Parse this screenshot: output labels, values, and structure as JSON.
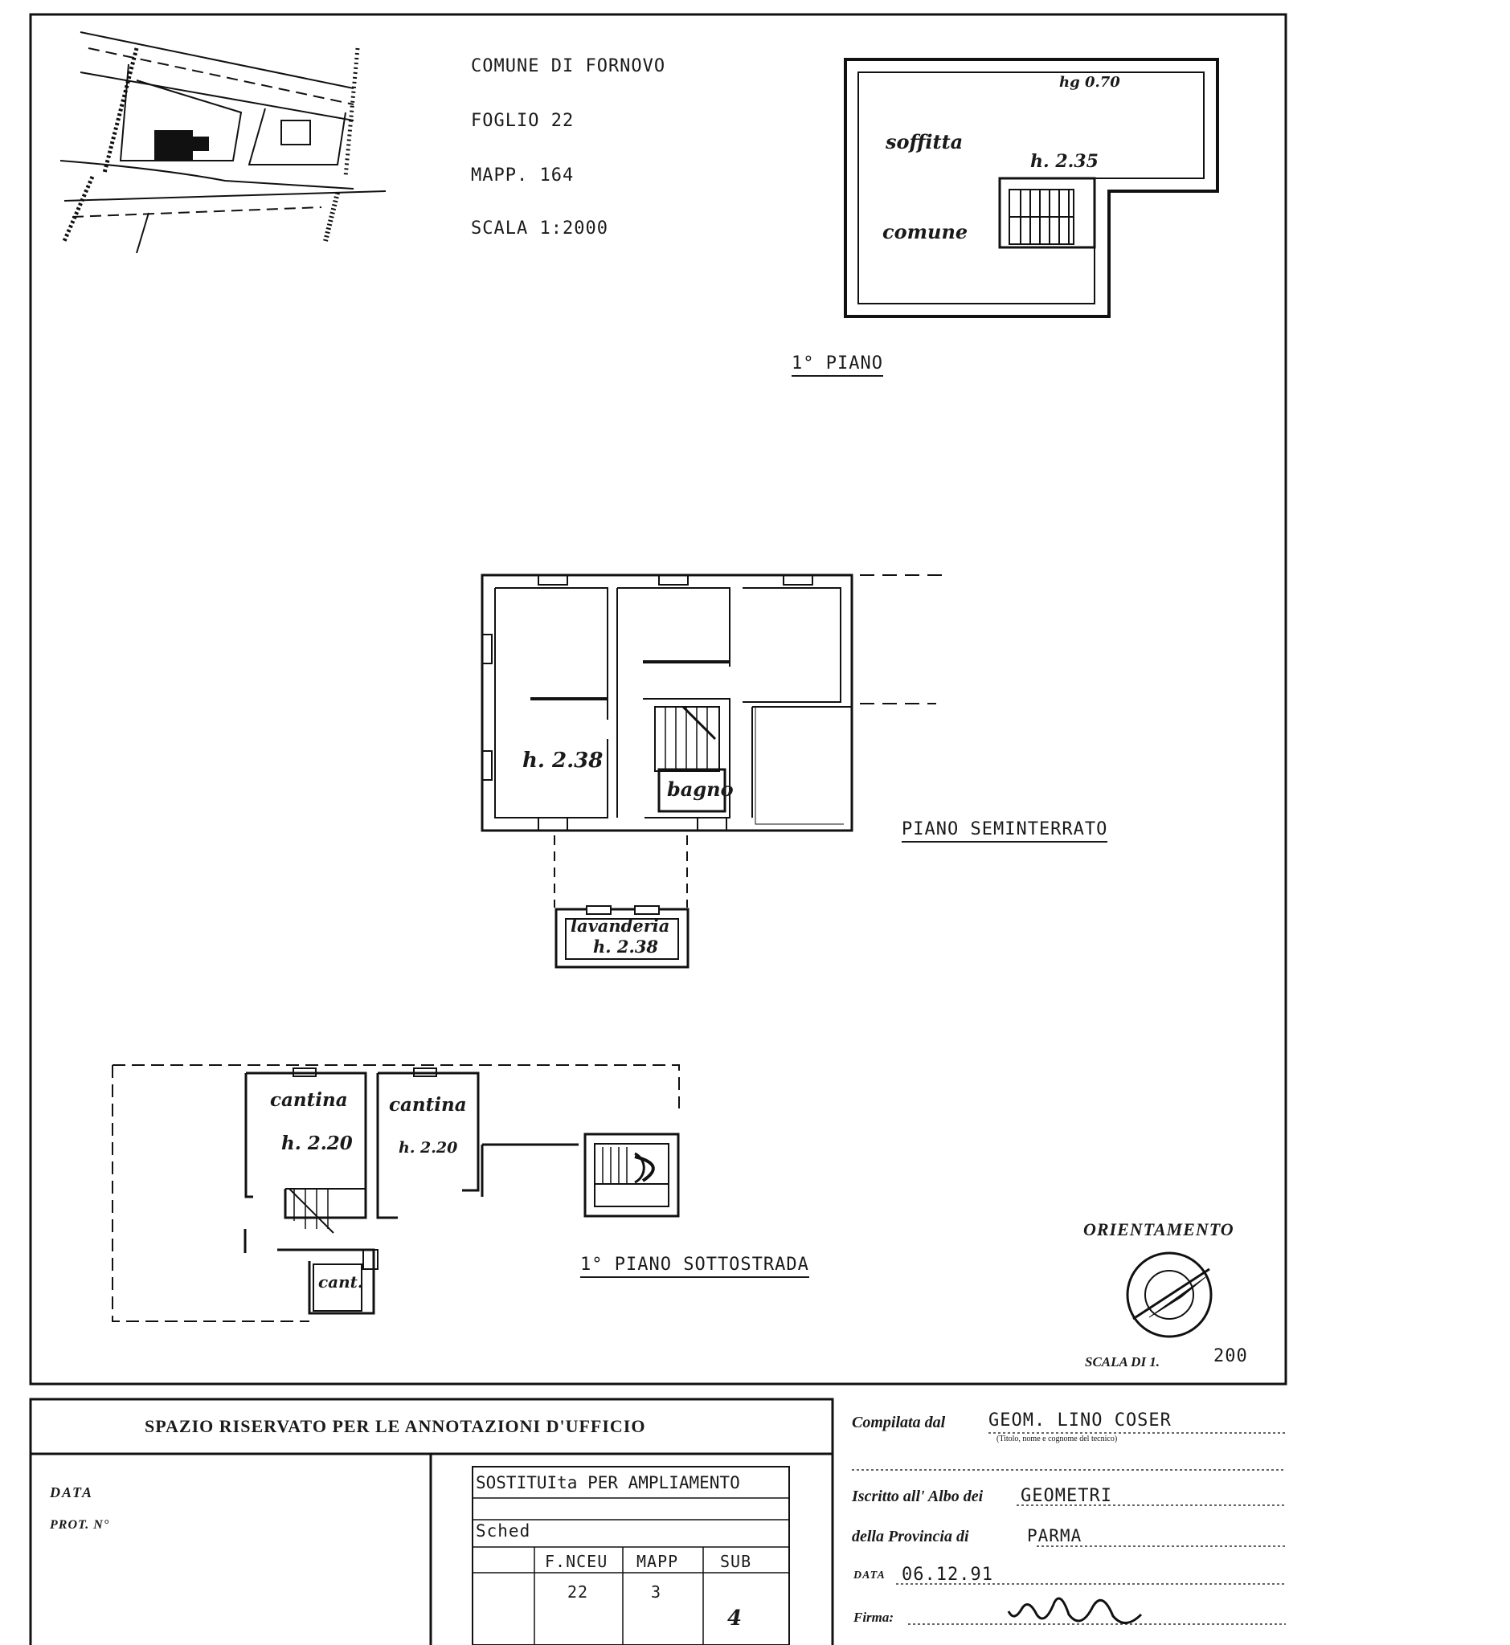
{
  "site_info": {
    "comune": "COMUNE DI FORNOVO",
    "foglio": "FOGLIO 22",
    "mapp": "MAPP. 164",
    "scala": "SCALA 1:2000"
  },
  "first_floor": {
    "title": "1° PIANO",
    "labels": {
      "hg": "hg 0.70",
      "h": "h. 2.35",
      "soffitta": "soffitta",
      "comune": "comune"
    }
  },
  "semi_basement": {
    "title": "PIANO SEMINTERRATO",
    "labels": {
      "h": "h. 2.38",
      "bagno": "bagno",
      "lavanderia": "lavanderia",
      "lavanderia_h": "h. 2.38"
    }
  },
  "below_street": {
    "title": "1° PIANO SOTTOSTRADA",
    "labels": {
      "cantina1": "cantina",
      "h1": "h. 2.20",
      "cantina2": "cantina",
      "h2": "h. 2.20",
      "cant": "cant."
    }
  },
  "orientation": {
    "title": "ORIENTAMENTO",
    "scale_label": "SCALA DI 1.",
    "scale_value": "200"
  },
  "office_box": {
    "header": "SPAZIO RISERVATO PER LE ANNOTAZIONI D'UFFICIO",
    "data_label": "DATA",
    "prot_label": "PROT. N°",
    "sostituita": "SOSTITUIta PER AMPLIAMENTO",
    "sched": "Sched",
    "table_headers": [
      "F.NCEU",
      "MAPP",
      "SUB"
    ],
    "table_values": [
      "22",
      "3",
      "4"
    ]
  },
  "compiler": {
    "compilata_label": "Compilata dal",
    "compilata_value": "GEOM. LINO COSER",
    "titolo_note": "(Titolo, nome e cognome del tecnico)",
    "albo_label": "Iscritto all' Albo dei",
    "albo_value": "GEOMETRI",
    "provincia_label": "della Provincia di",
    "provincia_value": "PARMA",
    "data_label": "DATA",
    "data_value": "06.12.91",
    "firma_label": "Firma:"
  }
}
